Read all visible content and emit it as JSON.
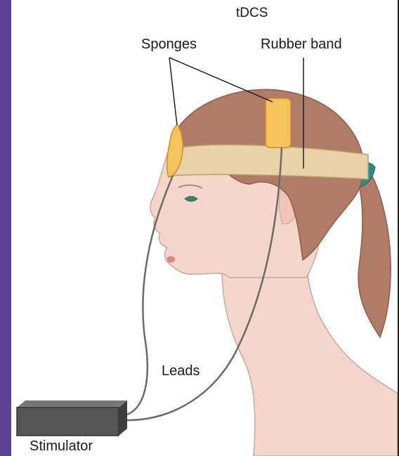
{
  "title": "tDCS",
  "labels": {
    "sponges": "Sponges",
    "rubber_band": "Rubber band",
    "leads": "Leads",
    "stimulator": "Stimulator"
  },
  "colors": {
    "background": "#5b3f93",
    "panel": "#ffffff",
    "skin": "#f4d6cb",
    "hair": "#b07c67",
    "band": "#e8d2a8",
    "sponge": "#f6c25b",
    "stimulator": "#555555",
    "hair_tie": "#2e8a86",
    "lead_wire": "#6b6b6b"
  }
}
